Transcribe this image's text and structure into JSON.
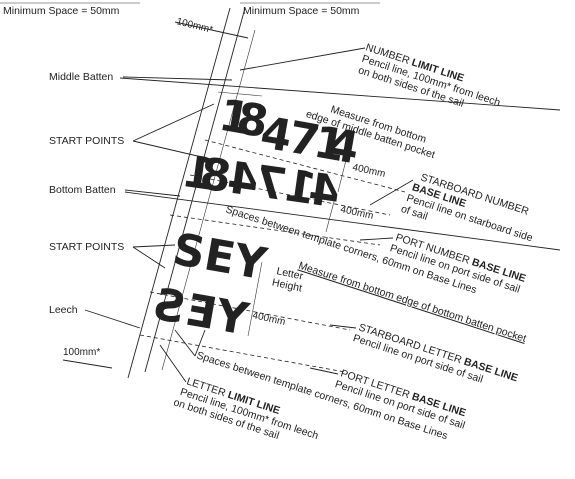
{
  "top": {
    "min_space_left": "Minimum Space = 50mm",
    "min_space_right": "Minimum Space = 50mm",
    "dim_top": "100mm*"
  },
  "labels": {
    "middle_batten": "Middle Batten",
    "start_points_1": "START POINTS",
    "bottom_batten": "Bottom Batten",
    "start_points_2": "START POINTS",
    "leech": "Leech",
    "dim_bottom": "100mm*"
  },
  "number_limit": {
    "title_a": "NUMBER ",
    "title_b": "LIMIT LINE",
    "line1": "Pencil line, 100mm* from leech",
    "line2": "on both sides of the sail"
  },
  "measure_middle": {
    "line1": "Measure from bottom",
    "line2": "edge of middle batten pocket"
  },
  "dims": {
    "d400_1": "400mm",
    "d400_2": "400mm",
    "d400_3": "400mm"
  },
  "starboard_number": {
    "title1": "STARBOARD NUMBER",
    "title2": "BASE LINE",
    "line1": "Pencil line on starboard side",
    "line2": "of sail"
  },
  "spaces_1": "Spaces between template corners, 60mm on Base Lines",
  "port_number": {
    "title_a": "PORT NUMBER ",
    "title_b": "BASE LINE",
    "line1": "Pencil line on port side of sail"
  },
  "letter_height": {
    "line1": "Letter",
    "line2": "Height"
  },
  "measure_bottom": "Measure from bottom edge of bottom batten pocket",
  "starboard_letter": {
    "title_a": "STARBOARD LETTER ",
    "title_b": "BASE LINE",
    "line1": "Pencil line on port side of sail"
  },
  "spaces_2": "Spaces between template corners, 60mm on Base Lines",
  "port_letter": {
    "title_a": "PORT LETTER ",
    "title_b": "BASE LINE",
    "line1": "Pencil line on port side of sail"
  },
  "letter_limit": {
    "title_a": "LETTER ",
    "title_b": "LIMIT LINE",
    "line1": "Pencil line, 100mm* from leech",
    "line2": "on both sides of the sail"
  },
  "sail_numbers": {
    "starboard_digits": [
      "1",
      "8",
      "4",
      "7",
      "1",
      "4"
    ],
    "port_digits": [
      "4",
      "1",
      "7",
      "4",
      "8",
      "1"
    ],
    "starboard_letters": [
      "S",
      "E",
      "Y"
    ],
    "port_letters": [
      "Y",
      "E",
      "S"
    ]
  },
  "colors": {
    "ink": "#222222",
    "grey_digit": "#8c8c8c"
  }
}
